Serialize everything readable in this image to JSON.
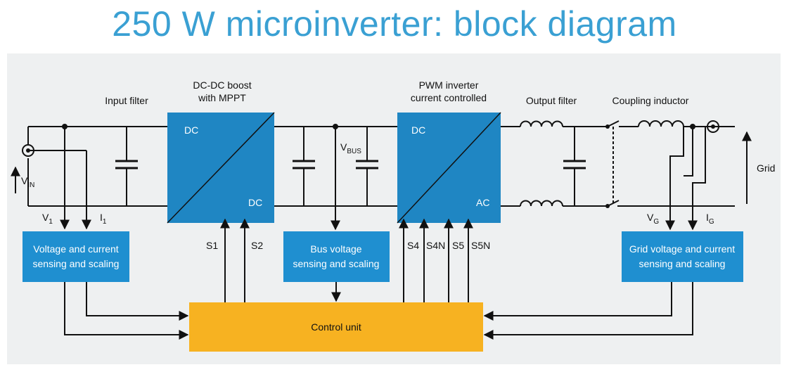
{
  "title": "250 W microinverter: block diagram",
  "colors": {
    "title": "#3aa0d3",
    "panel_bg": "#eef0f1",
    "converter_block": "#1f86c3",
    "sensing_block": "#1f8fd0",
    "control_unit": "#f7b221",
    "wire": "#111111"
  },
  "labels": {
    "input_filter": "Input filter",
    "dcdc_line1": "DC-DC boost",
    "dcdc_line2": "with MPPT",
    "pwm_line1": "PWM inverter",
    "pwm_line2": "current controlled",
    "output_filter": "Output filter",
    "coupling_inductor": "Coupling inductor",
    "grid": "Grid",
    "vin": "V",
    "vin_sub": "IN",
    "v1": "V",
    "v1_sub": "1",
    "i1": "I",
    "i1_sub": "1",
    "vbus": "V",
    "vbus_sub": "BUS",
    "vg": "V",
    "vg_sub": "G",
    "ig": "I",
    "ig_sub": "G"
  },
  "blocks": {
    "dcdc_in": "DC",
    "dcdc_out": "DC",
    "pwm_in": "DC",
    "pwm_out": "AC",
    "vc_sense_line1": "Voltage and current",
    "vc_sense_line2": "sensing and scaling",
    "bus_sense_line1": "Bus voltage",
    "bus_sense_line2": "sensing and scaling",
    "grid_sense_line1": "Grid voltage and current",
    "grid_sense_line2": "sensing and scaling",
    "control_unit": "Control unit"
  },
  "signals": {
    "s1": "S1",
    "s2": "S2",
    "s4": "S4",
    "s4n": "S4N",
    "s5": "S5",
    "s5n": "S5N"
  }
}
